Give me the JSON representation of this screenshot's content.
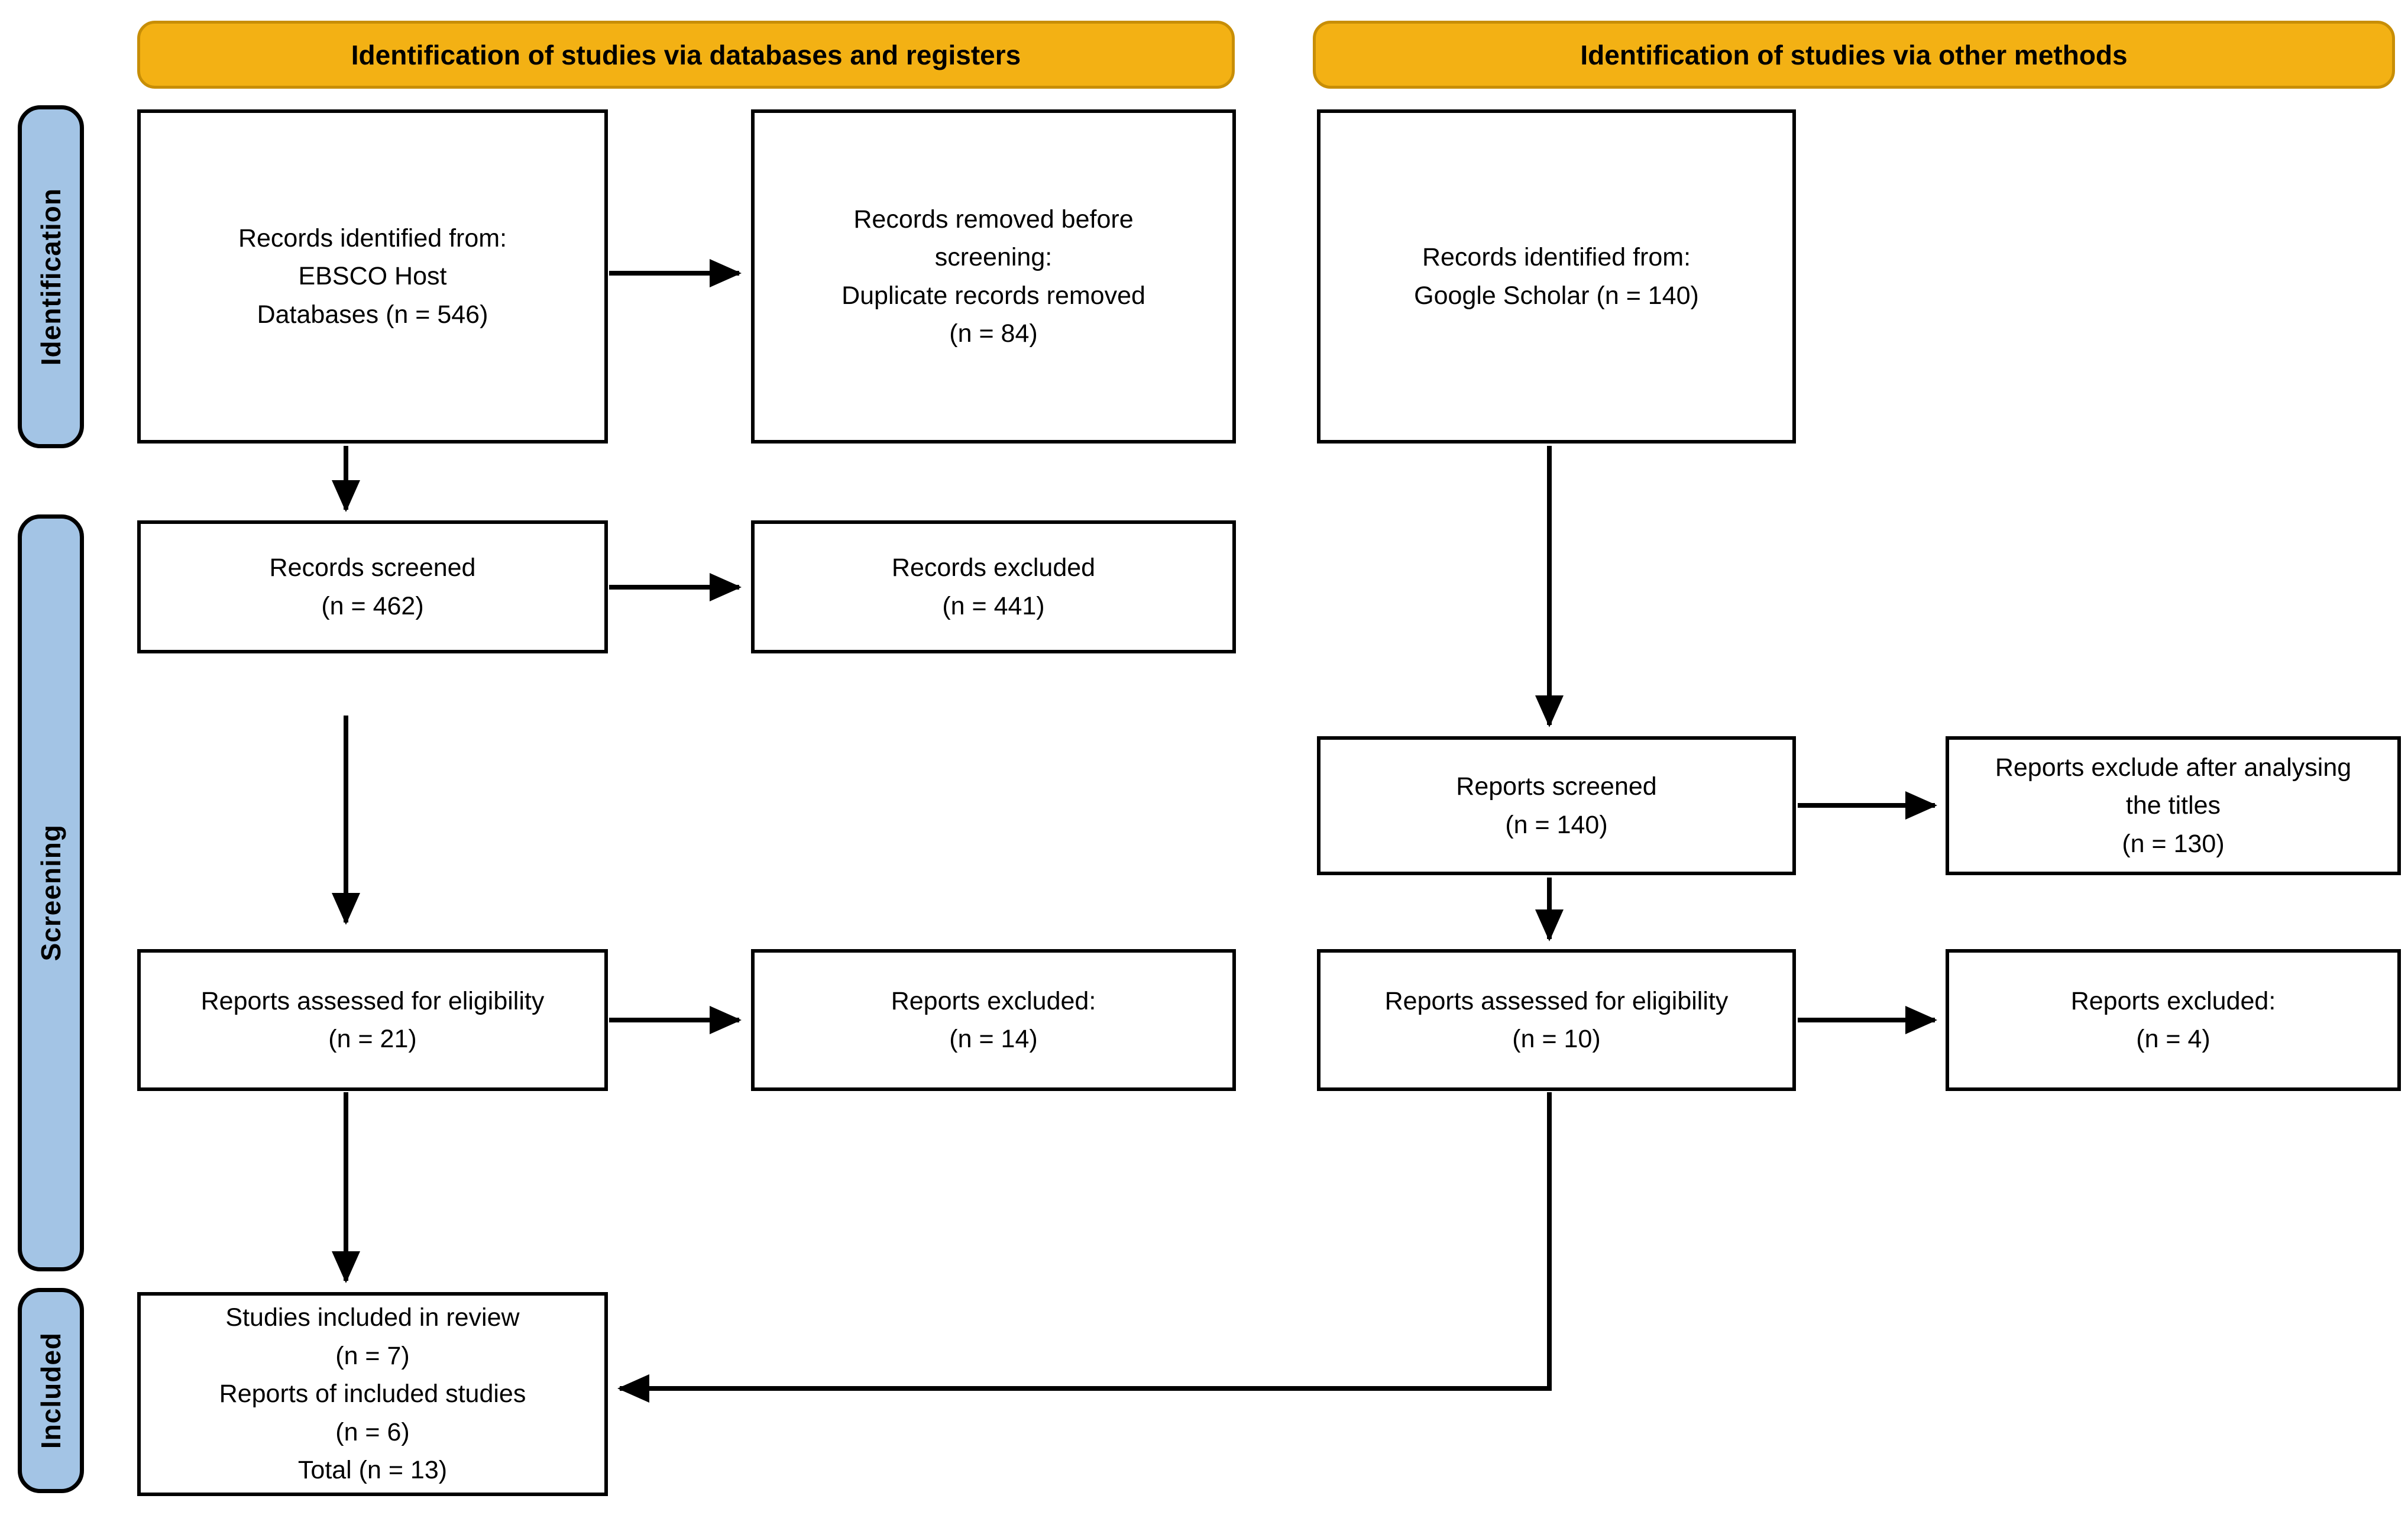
{
  "headers": {
    "databases": "Identification of studies via databases and registers",
    "other": "Identification of studies via other methods"
  },
  "sidebar": {
    "identification": "Identification",
    "screening": "Screening",
    "included": "Included"
  },
  "boxes": {
    "records_identified_db": {
      "lines": [
        "Records identified from:",
        "EBSCO Host",
        "Databases (n = 546)"
      ]
    },
    "records_removed": {
      "lines": [
        "Records removed before",
        "screening:",
        "Duplicate records removed",
        "(n = 84)"
      ]
    },
    "records_identified_other": {
      "lines": [
        "Records identified from:",
        "Google Scholar (n = 140)"
      ]
    },
    "records_screened": {
      "lines": [
        "Records screened",
        "(n = 462)"
      ]
    },
    "records_excluded": {
      "lines": [
        "Records excluded",
        "(n = 441)"
      ]
    },
    "reports_screened": {
      "lines": [
        "Reports screened",
        "(n = 140)"
      ]
    },
    "reports_excluded_titles": {
      "lines": [
        "Reports exclude after analysing",
        "the titles",
        "(n = 130)"
      ]
    },
    "reports_assessed_db": {
      "lines": [
        "Reports assessed for eligibility",
        "(n = 21)"
      ]
    },
    "reports_excluded_db": {
      "lines": [
        "Reports excluded:",
        "(n = 14)"
      ]
    },
    "reports_assessed_other": {
      "lines": [
        "Reports assessed for eligibility",
        "(n = 10)"
      ]
    },
    "reports_excluded_other": {
      "lines": [
        "Reports excluded:",
        "(n = 4)"
      ]
    },
    "studies_included": {
      "lines": [
        "Studies included in review",
        "(n = 7)",
        "Reports of included studies",
        "(n = 6)",
        "Total (n = 13)"
      ]
    }
  },
  "colors": {
    "header_fill": "#F3B114",
    "header_border": "#C88E06",
    "sidebar_fill": "#A3C4E5",
    "box_fill": "#FFFFFF",
    "arrow": "#000000"
  }
}
